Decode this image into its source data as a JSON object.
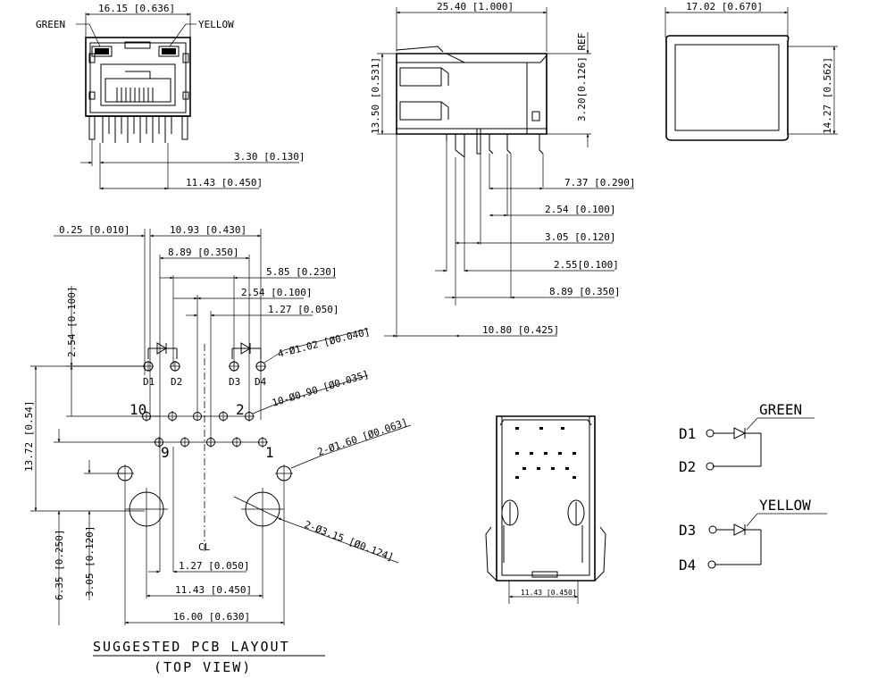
{
  "front_view": {
    "width_dim": "16.15 [0.636]",
    "led_left": "GREEN",
    "led_right": "YELLOW",
    "dim_330": "3.30 [0.130]",
    "dim_1143": "11.43 [0.450]"
  },
  "side_view": {
    "length_dim": "25.40 [1.000]",
    "height_dim": "13.50 [0.531]",
    "ref_dim": "3.20[0.126] REF",
    "dim_737": "7.37 [0.290]",
    "dim_254": "2.54 [0.100]",
    "dim_305": "3.05 [0.120]",
    "dim_255": "2.55[0.100]",
    "dim_889": "8.89 [0.350]",
    "dim_1080": "10.80 [0.425]"
  },
  "top_view": {
    "width_dim": "17.02 [0.670]",
    "height_dim": "14.27 [0.562]"
  },
  "pcb_layout": {
    "dim_025": "0.25 [0.010]",
    "dim_1093": "10.93 [0.430]",
    "dim_889": "8.89 [0.350]",
    "dim_585": "5.85 [0.230]",
    "dim_254": "2.54 [0.100]",
    "dim_127": "1.27 [0.050]",
    "dim_v254": "2.54 [0.100]",
    "dim_v1372": "13.72 [0.54]",
    "dim_v635": "6.35 [0.250]",
    "dim_v305": "3.05 [0.120]",
    "hole_led": "4-Ø1.02 [Ø0.040]",
    "hole_pin": "10-Ø0.90 [Ø0.035]",
    "hole_peg": "2-Ø1.60 [Ø0.063]",
    "hole_shield": "2-Ø3.15 [Ø0.124]",
    "dim_b127": "1.27 [0.050]",
    "dim_b1143": "11.43 [0.450]",
    "dim_b1600": "16.00 [0.630]",
    "pin10": "10",
    "pin9": "9",
    "pin2": "2",
    "pin1": "1",
    "d1": "D1",
    "d2": "D2",
    "d3": "D3",
    "d4": "D4",
    "cl": "CL",
    "title": "SUGGESTED PCB LAYOUT",
    "subtitle": "(TOP VIEW)"
  },
  "bottom_view": {
    "dim": "11.43 [0.450]"
  },
  "schematic": {
    "d1": "D1",
    "d2": "D2",
    "d3": "D3",
    "d4": "D4",
    "green": "GREEN",
    "yellow": "YELLOW"
  }
}
